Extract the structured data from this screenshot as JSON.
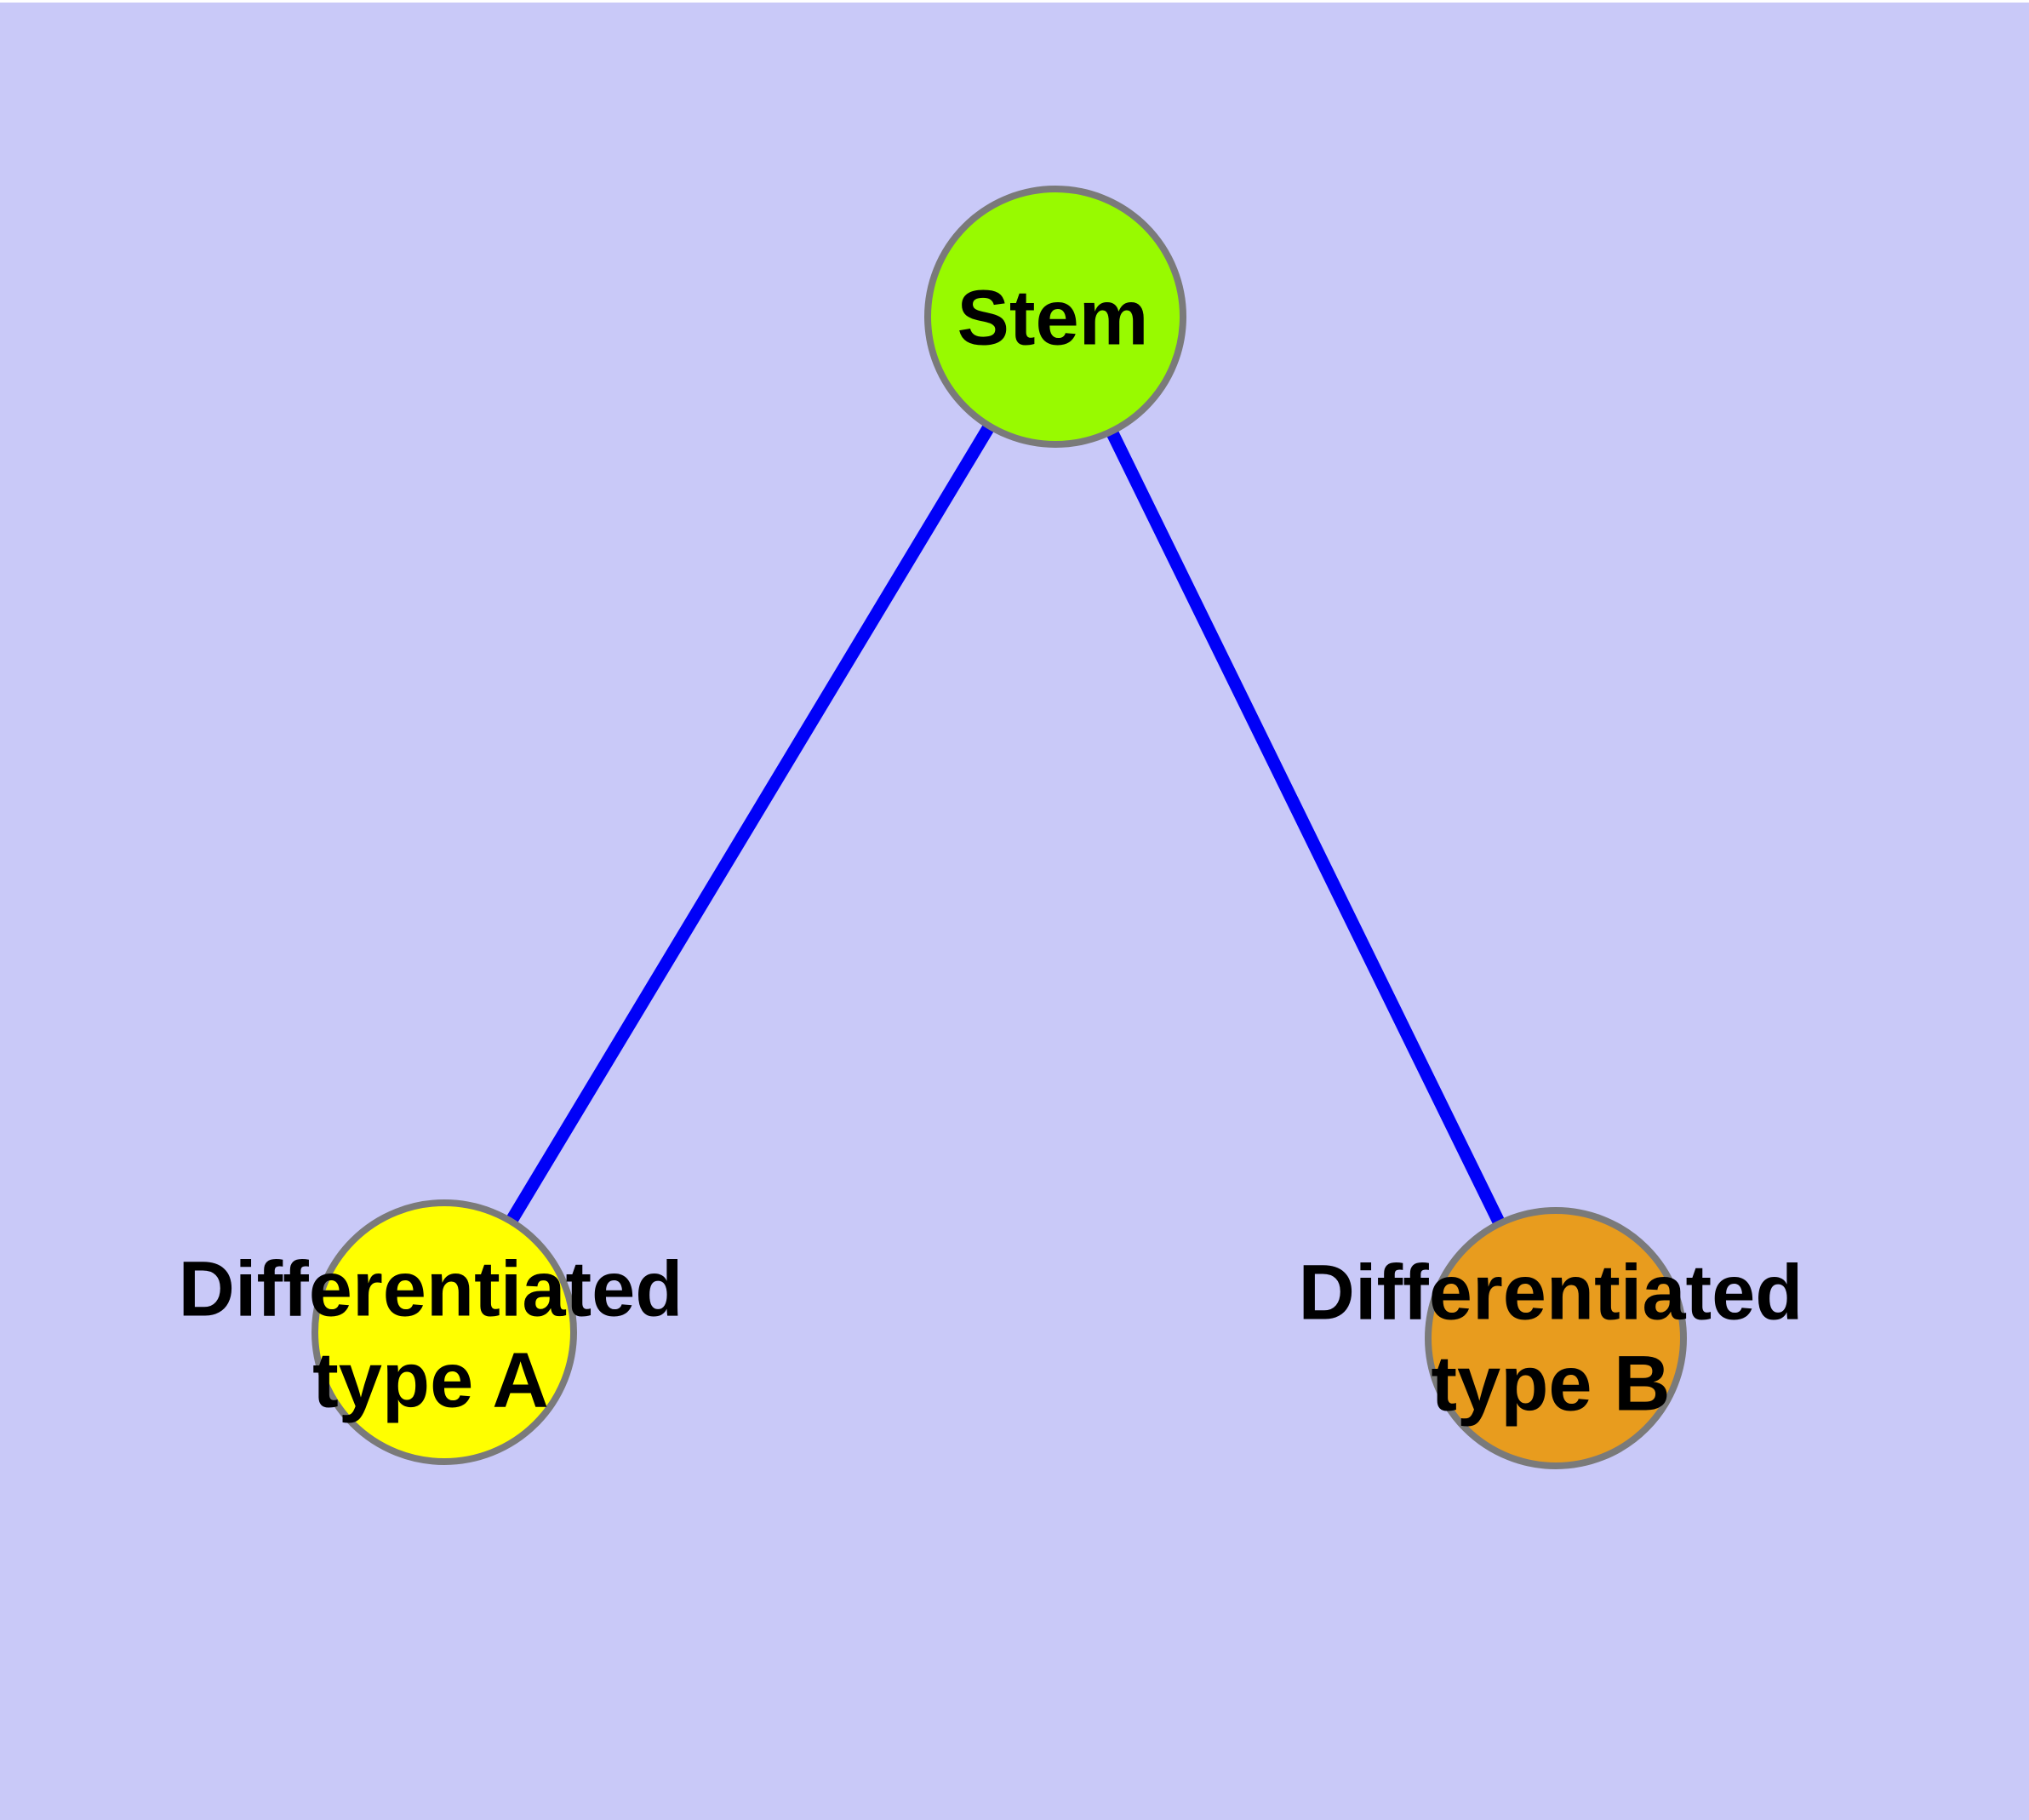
{
  "diagram": {
    "background_color": "#C9C9F8",
    "top_border_color": "#FFFFFF",
    "text_color": "#000000",
    "nodes": [
      {
        "id": "stem",
        "label": "Stem",
        "label_lines": [
          "Stem"
        ],
        "fill_color": "#98FA00",
        "border_color": "#7A7A7A"
      },
      {
        "id": "differentiated-type-a",
        "label": "Differentiated type A",
        "label_lines": [
          "Differentiated",
          "type A"
        ],
        "fill_color": "#FFFF00",
        "border_color": "#7A7A7A"
      },
      {
        "id": "differentiated-type-b",
        "label": "Differentiated type B",
        "label_lines": [
          "Differentiated",
          "type B"
        ],
        "fill_color": "#E89C1E",
        "border_color": "#7A7A7A"
      }
    ],
    "edges": [
      {
        "from": "stem",
        "to": "differentiated-type-a",
        "color": "#0000F8"
      },
      {
        "from": "stem",
        "to": "differentiated-type-b",
        "color": "#0000F8"
      }
    ]
  }
}
